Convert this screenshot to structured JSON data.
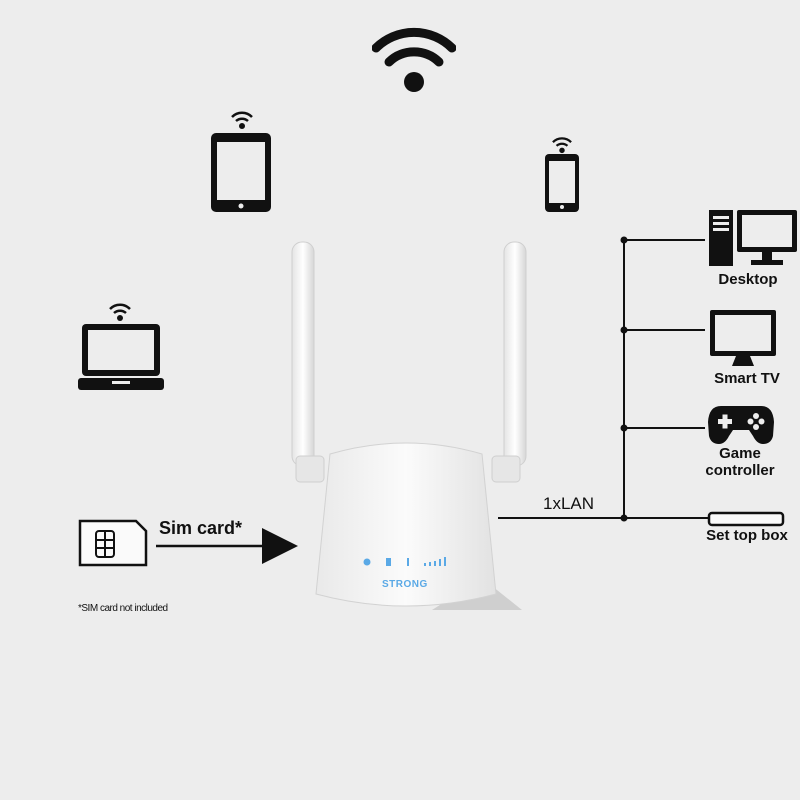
{
  "colors": {
    "background": "#ededed",
    "icon": "#111111",
    "router_body": "#f6f6f6",
    "led": "#5aa9e6"
  },
  "router": {
    "brand": "STRONG"
  },
  "sim": {
    "label": "Sim card*",
    "note": "*SIM card not included",
    "icon": "sim-card-icon"
  },
  "lan": {
    "label": "1xLAN",
    "devices": [
      {
        "label": "Desktop",
        "icon": "desktop-icon"
      },
      {
        "label": "Smart TV",
        "icon": "tv-icon"
      },
      {
        "label": "Game controller",
        "icon": "gamepad-icon"
      },
      {
        "label": "Set top box",
        "icon": "set-top-box-icon"
      }
    ]
  },
  "wireless_devices": [
    {
      "name": "tablet",
      "icon": "tablet-icon"
    },
    {
      "name": "phone",
      "icon": "phone-icon"
    },
    {
      "name": "laptop",
      "icon": "laptop-icon"
    }
  ]
}
